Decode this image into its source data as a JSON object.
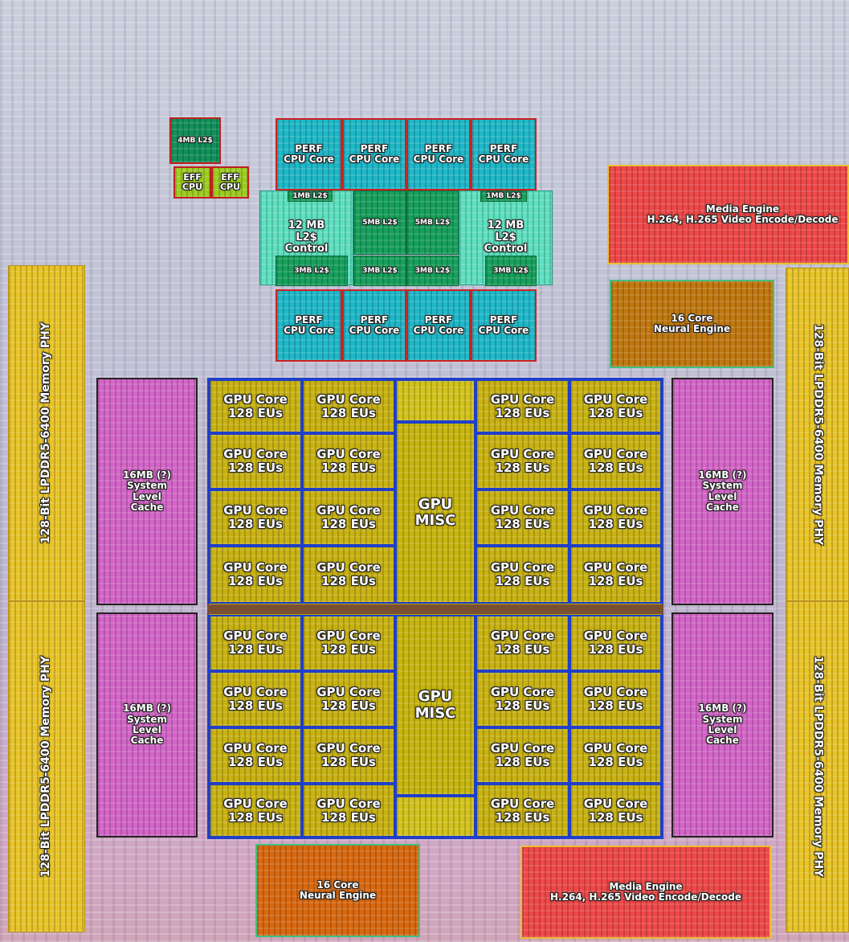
{
  "labels": {
    "memory_phy": "128-Bit LPDDR5-6400 Memory PHY",
    "slc": "16MB (?)\nSystem\nLevel\nCache",
    "gpu_core": "GPU Core\n128 EUs",
    "gpu_misc": "GPU\nMISC",
    "perf_core": "PERF\nCPU Core",
    "l2_control": "12 MB\nL2$\nControl",
    "l2_1mb": "1MB L2$",
    "l2_3mb": "3MB L2$",
    "l2_5mb": "5MB L2$",
    "l2_4mb": "4MB L2$",
    "eff_cpu": "EFF\nCPU",
    "media_engine": "Media Engine\nH.264, H.265 Video Encode/Decode",
    "neural_engine": "16 Core\nNeural Engine"
  },
  "colors": {
    "memory_phy": "#e8c428",
    "slc": "#d465c8",
    "gpu": "#c8b212",
    "gpu_border": "#1f3fc8",
    "perf": "#1fb8c8",
    "perf_border": "#d02020",
    "l2_cache": "#17a05c",
    "l2_control": "#5ee0c0",
    "eff": "#9ccc20",
    "media": "#ee4848",
    "neural": "#c07810"
  }
}
